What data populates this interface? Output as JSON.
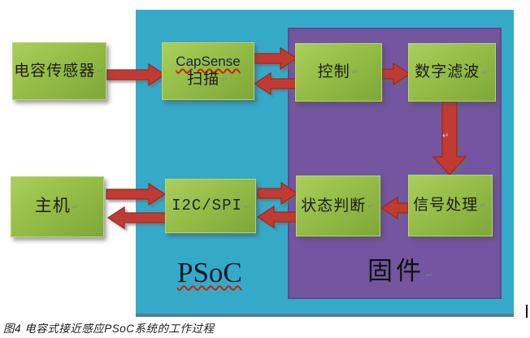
{
  "meta": {
    "pilcrow": "↵"
  },
  "caption": "图4 电容式接近感应PSoC系统的工作过程",
  "regions": {
    "psoc": {
      "label": "PSoC"
    },
    "firmware": {
      "label": "固件"
    }
  },
  "blocks": {
    "cap_sensor": {
      "label": "电容传感器"
    },
    "capsense": {
      "line1": "CapSense",
      "line2": "扫描"
    },
    "control": {
      "label": "控制"
    },
    "digital_filter": {
      "label": "数字滤波"
    },
    "host": {
      "label": "主机"
    },
    "i2c_spi": {
      "label": "I2C/SPI"
    },
    "state_judgment": {
      "label": "状态判断"
    },
    "signal_processing": {
      "label": "信号处理"
    }
  },
  "arrows": [
    {
      "from": "电容传感器",
      "to": "CapSense 扫描",
      "direction": "right"
    },
    {
      "from": "CapSense 扫描",
      "to": "控制",
      "direction": "right"
    },
    {
      "from": "控制",
      "to": "CapSense 扫描",
      "direction": "left"
    },
    {
      "from": "控制",
      "to": "数字滤波",
      "direction": "right"
    },
    {
      "from": "数字滤波",
      "to": "信号处理",
      "direction": "down"
    },
    {
      "from": "信号处理",
      "to": "状态判断",
      "direction": "left"
    },
    {
      "from": "I2C/SPI",
      "to": "状态判断",
      "direction": "right"
    },
    {
      "from": "状态判断",
      "to": "I2C/SPI",
      "direction": "left"
    },
    {
      "from": "主机",
      "to": "I2C/SPI",
      "direction": "right"
    },
    {
      "from": "I2C/SPI",
      "to": "主机",
      "direction": "left"
    }
  ],
  "colors": {
    "psoc_region": "#35aac8",
    "firmware_region": "#73569f",
    "box_green_light": "#abce5c",
    "box_green_dark": "#7fa737",
    "arrow_fill": "#c23a31",
    "arrow_stroke": "#992b26",
    "misspell_underline": "#cc2200"
  }
}
